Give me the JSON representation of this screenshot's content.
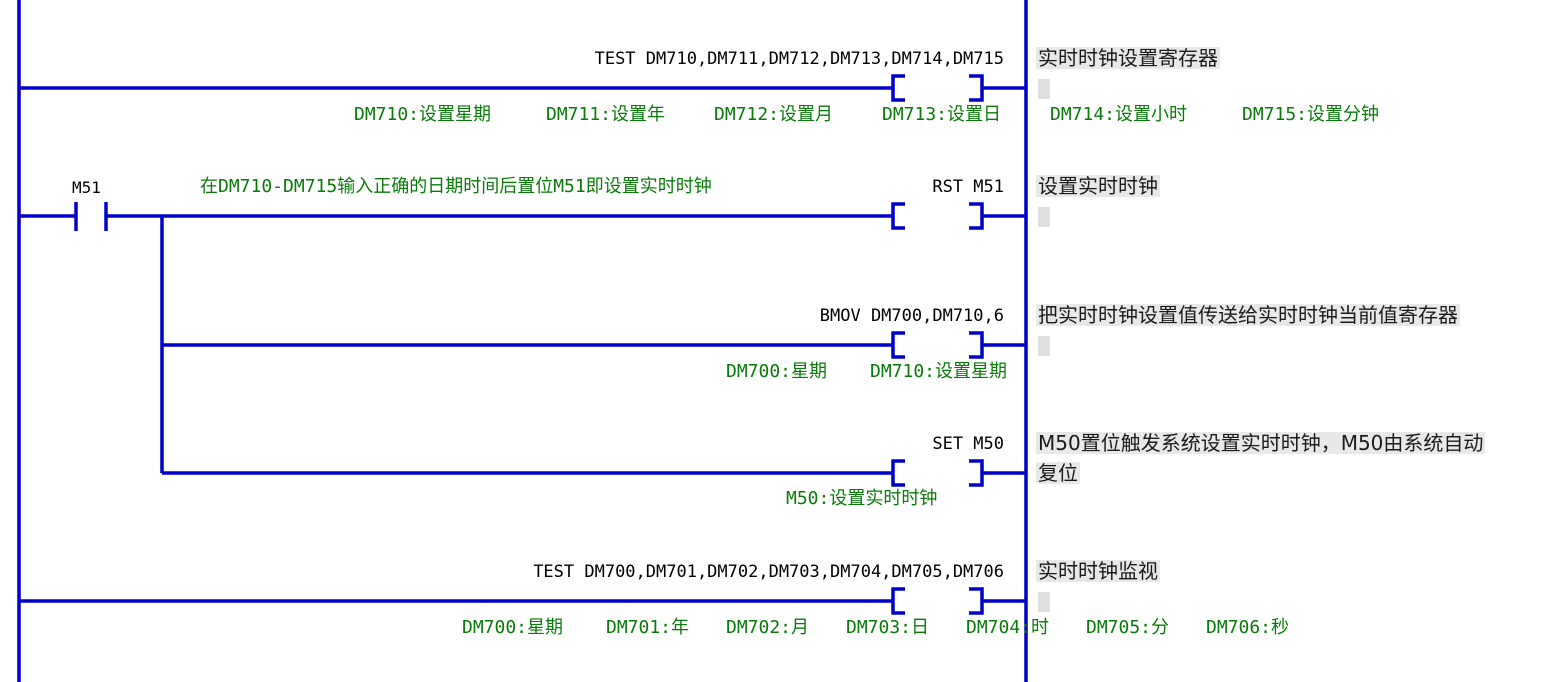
{
  "rungs": [
    {
      "instruction": "TEST DM710,DM711,DM712,DM713,DM714,DM715",
      "comment": "实时时钟设置寄存器",
      "operand_notes": [
        "DM710:设置星期",
        "DM711:设置年",
        "DM712:设置月",
        "DM713:设置日",
        "DM714:设置小时",
        "DM715:设置分钟"
      ]
    },
    {
      "contact": "M51",
      "rung_comment": "在DM710-DM715输入正确的日期时间后置位M51即设置实时时钟",
      "instruction": "RST M51",
      "comment": "设置实时时钟"
    },
    {
      "instruction": "BMOV DM700,DM710,6",
      "comment": "把实时时钟设置值传送给实时时钟当前值寄存器",
      "operand_notes": [
        "DM700:星期",
        "DM710:设置星期"
      ]
    },
    {
      "instruction": "SET M50",
      "comment_line1": "M50置位触发系统设置实时时钟，M50由系统自动",
      "comment_line2": "复位",
      "operand_notes": [
        "M50:设置实时时钟"
      ]
    },
    {
      "instruction": "TEST DM700,DM701,DM702,DM703,DM704,DM705,DM706",
      "comment": "实时时钟监视",
      "operand_notes": [
        "DM700:星期",
        "DM701:年",
        "DM702:月",
        "DM703:日",
        "DM704:时",
        "DM705:分",
        "DM706:秒"
      ]
    }
  ],
  "colors": {
    "ladder_line": "#0000cc",
    "note_text": "#0b7a0b",
    "comment_bg": "#e8e8e8"
  }
}
